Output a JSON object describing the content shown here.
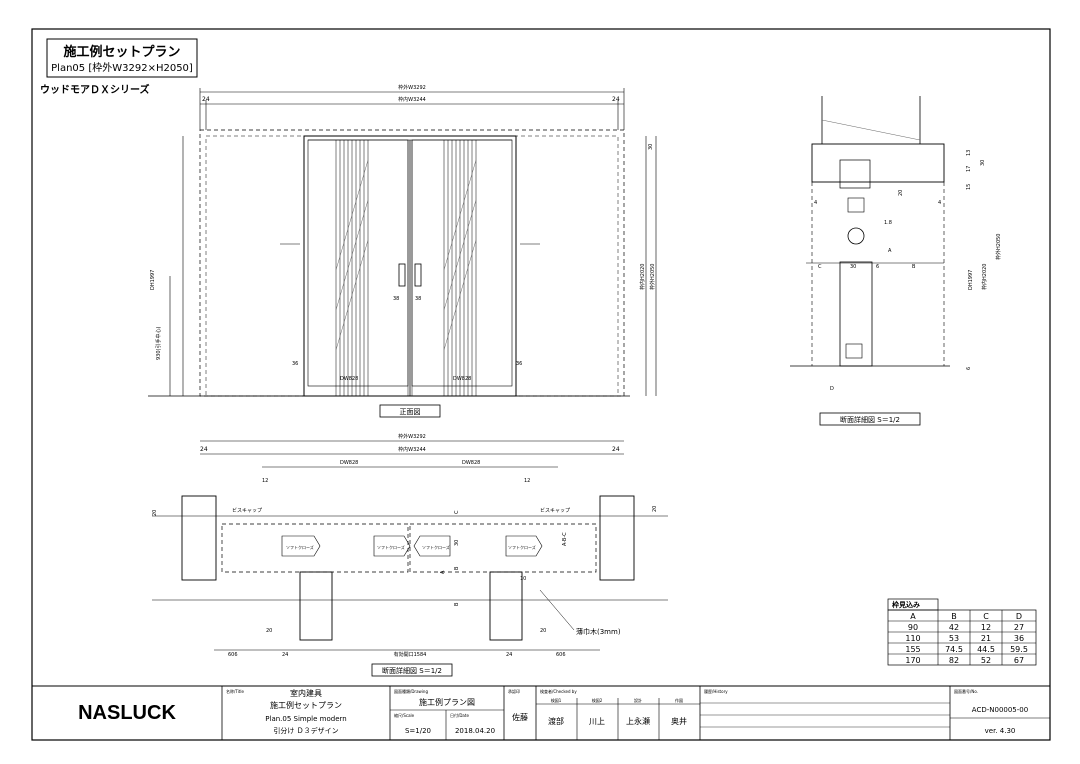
{
  "title": {
    "main": "施工例セットプラン",
    "sub": "Plan05 [枠外W3292×H2050]"
  },
  "series": "ウッドモアＤＸシリーズ",
  "front": {
    "label": "正面図",
    "dim_outer": "枠外W3292",
    "dim_inner": "枠内W3244",
    "dim_24l": "24",
    "dim_24r": "24",
    "dim_30": "30",
    "h_outer": "枠外H2050",
    "h_inner": "枠内H2020",
    "dh": "DH1997",
    "handle_h": "930(引手中心)",
    "d36l": "36",
    "d36r": "36",
    "dw_l": "DW828",
    "dw_r": "DW828",
    "h38l": "38",
    "h38r": "38"
  },
  "plan": {
    "label": "断面詳細図 S＝1/2",
    "dim_outer": "枠外W3292",
    "dim_inner": "枠内W3244",
    "d24l": "24",
    "d24r": "24",
    "dw_l": "DW828",
    "dw_r": "DW828",
    "d12l": "12",
    "d12r": "12",
    "bumper_l": "ビスキャップ",
    "bumper_r": "ビスキャップ",
    "softclose": "ソフトクローズ",
    "d20l": "20",
    "d20r": "20",
    "abc": "A-B-C",
    "c": "C",
    "b": "B",
    "a": "A",
    "d30": "30",
    "d10": "10",
    "d20b": "20",
    "d20c": "20",
    "d606l": "606",
    "d24bl": "24",
    "effective": "有効開口1584",
    "d24br": "24",
    "d606r": "606",
    "filler": "薄巾木(3mm)"
  },
  "section": {
    "label": "断面詳細図 S＝1/2",
    "d13": "13",
    "d17": "17",
    "d30": "30",
    "d15": "15",
    "d4l": "4",
    "d4r": "4",
    "d20": "20",
    "d18": "1.8",
    "a": "A",
    "c": "C",
    "d30b": "30",
    "d6": "6",
    "b": "B",
    "dh": "DH1997",
    "h_inner": "枠内H2020",
    "h_outer": "枠外H2050",
    "d6b": "6",
    "d": "D"
  },
  "table": {
    "title": "枠見込み",
    "headers": [
      "A",
      "B",
      "C",
      "D"
    ],
    "rows": [
      [
        "90",
        "42",
        "12",
        "27"
      ],
      [
        "110",
        "53",
        "21",
        "36"
      ],
      [
        "155",
        "74.5",
        "44.5",
        "59.5"
      ],
      [
        "170",
        "82",
        "52",
        "67"
      ]
    ]
  },
  "titleblock": {
    "logo": "NASLUCK",
    "name_label": "名称/Title",
    "name1": "室内建具",
    "name2": "施工例セットプラン",
    "name3": "Plan.05 Simple modern",
    "name4": "引分け Ｄ３デザイン",
    "drawing_label": "図面種類/Drawing",
    "drawing": "施工例プラン図",
    "scale_label": "縮尺/Scale",
    "scale": "S=1/20",
    "date_label": "日付/Date",
    "date": "2018.04.20",
    "approve_label": "承認印",
    "approve": "佐藤",
    "check_label": "検査者/Checked by",
    "c1h": "検図1",
    "c2h": "検図2",
    "c3h": "設計",
    "c4h": "作図",
    "c1": "渡部",
    "c2": "川上",
    "c3": "上永瀬",
    "c4": "奥井",
    "history_label": "履歴/History",
    "docno_label": "図面番号/No.",
    "docno": "ACD-N00005-00",
    "ver": "ver. 4.30"
  }
}
